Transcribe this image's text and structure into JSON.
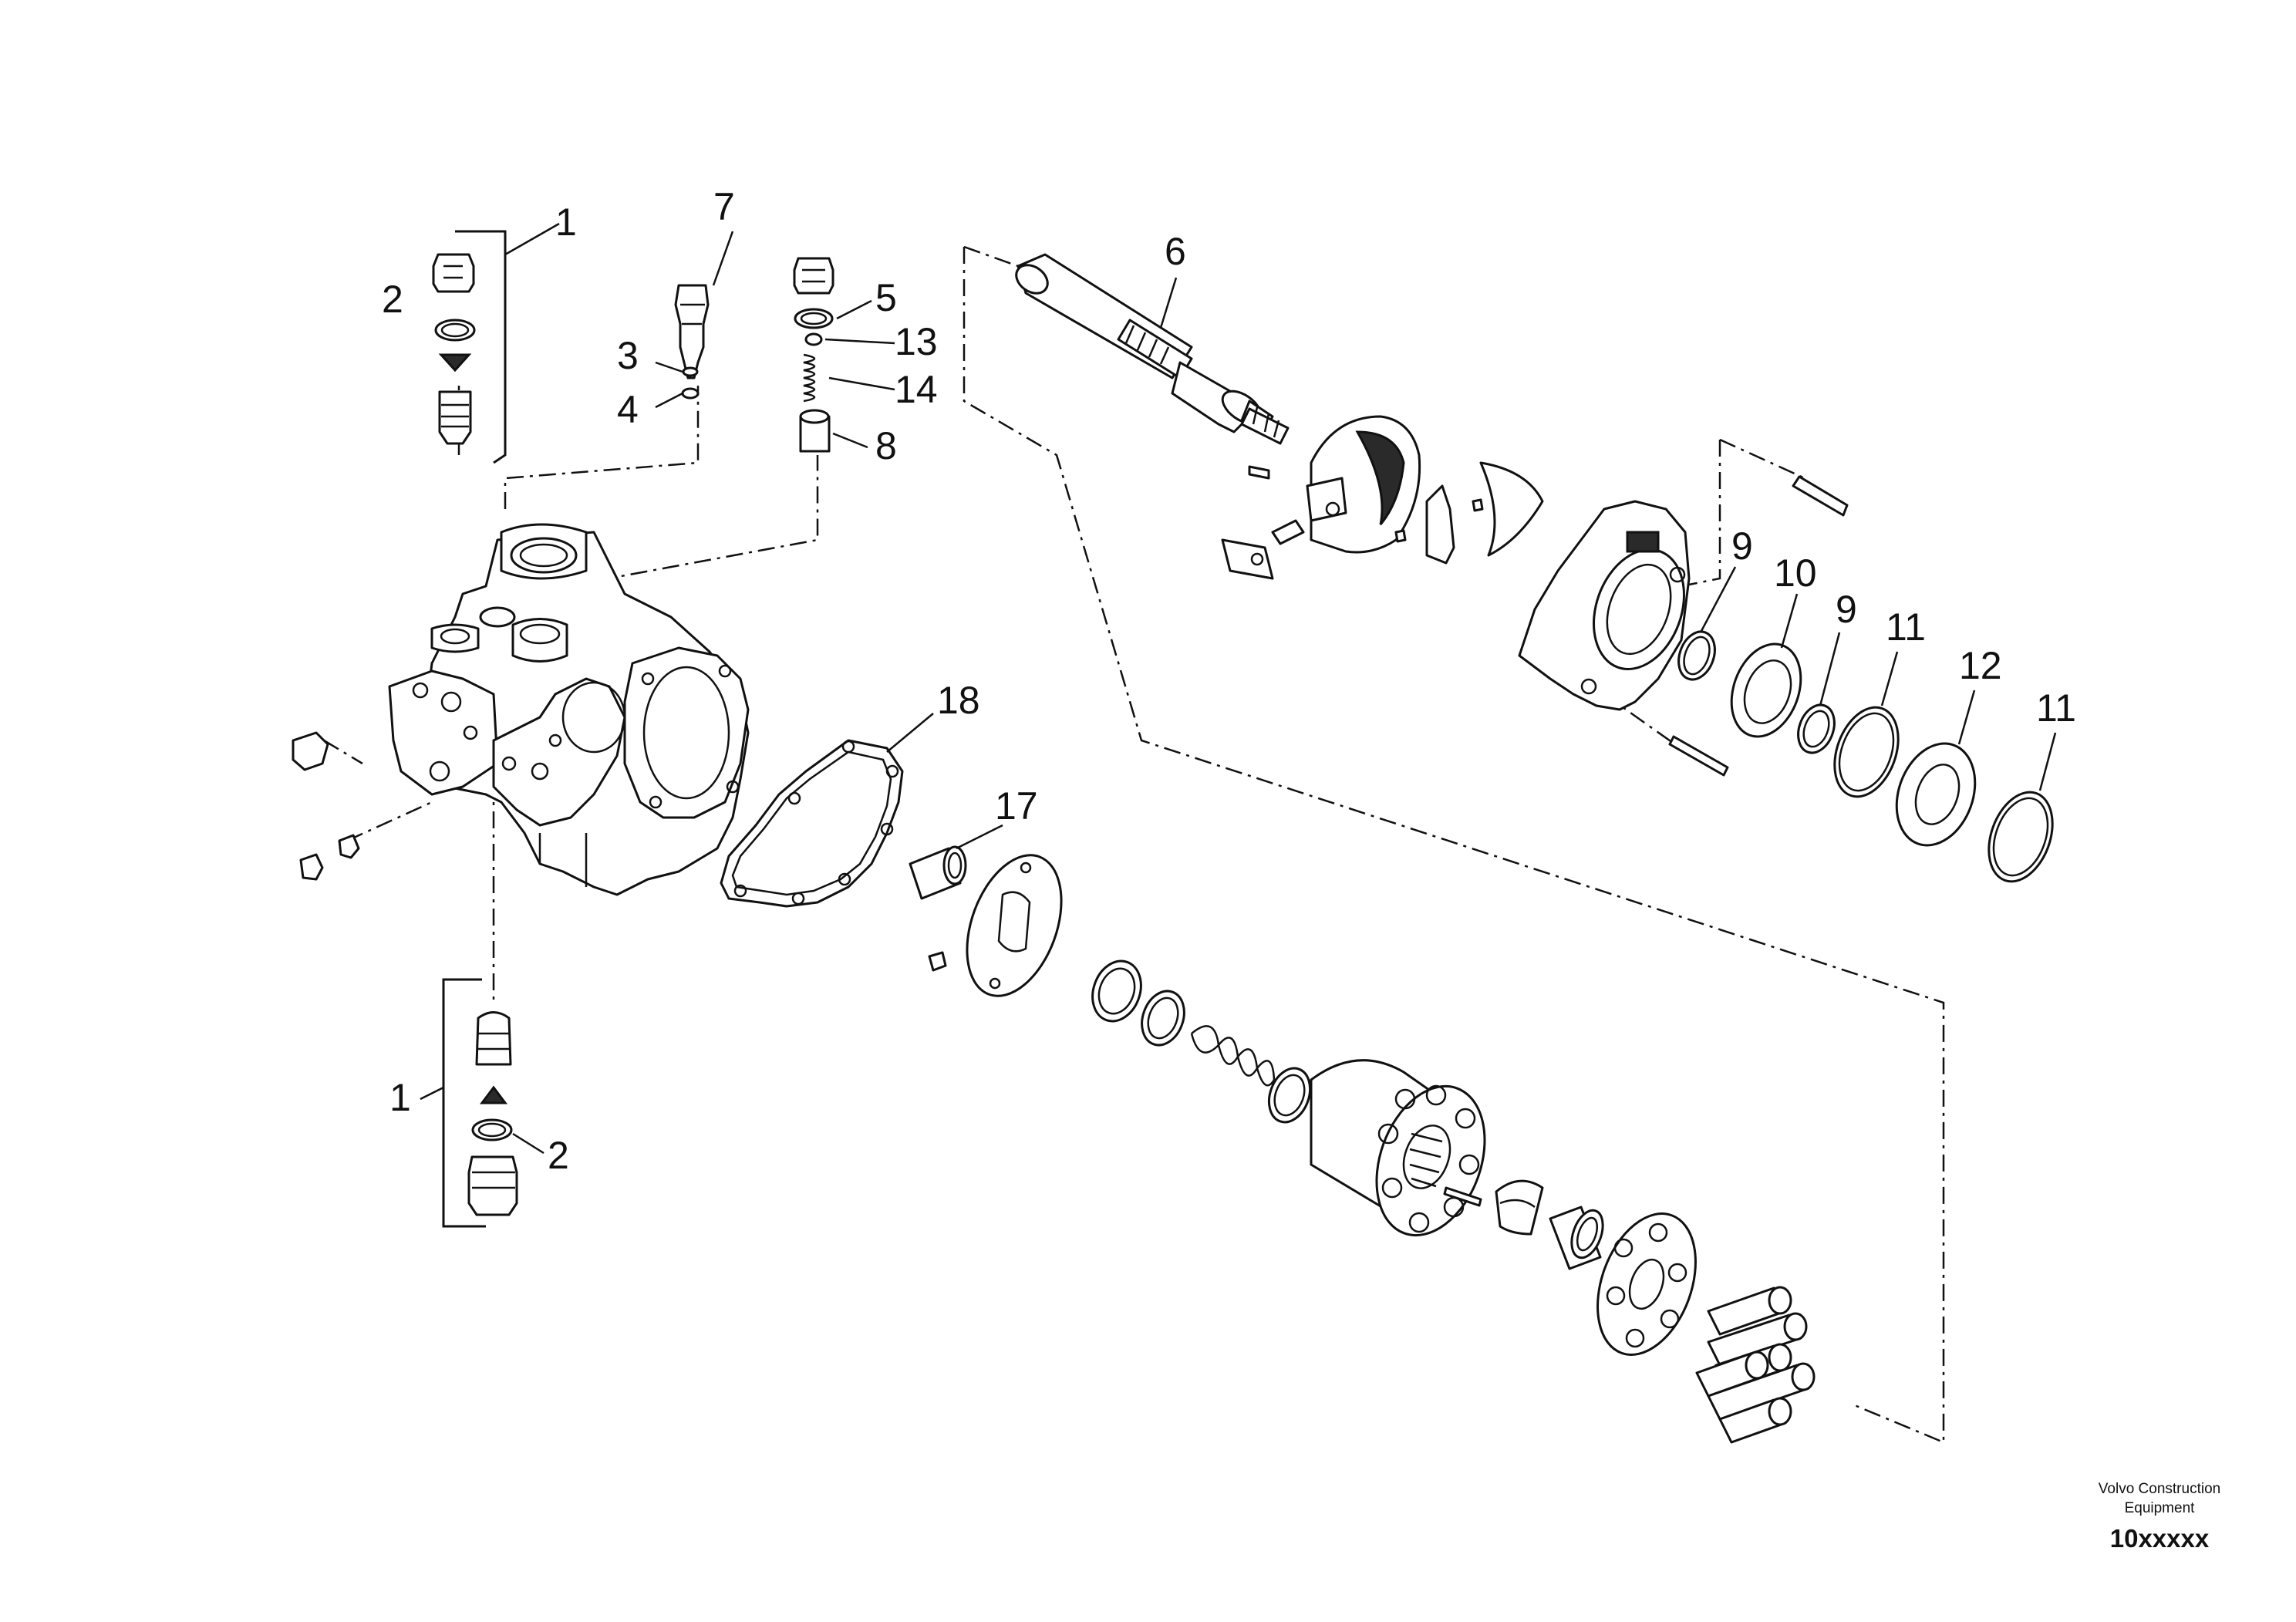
{
  "callouts": [
    {
      "id": "c1a",
      "text": "1"
    },
    {
      "id": "c2a",
      "text": "2"
    },
    {
      "id": "c7",
      "text": "7"
    },
    {
      "id": "c3",
      "text": "3"
    },
    {
      "id": "c4",
      "text": "4"
    },
    {
      "id": "c5",
      "text": "5"
    },
    {
      "id": "c13",
      "text": "13"
    },
    {
      "id": "c14",
      "text": "14"
    },
    {
      "id": "c8",
      "text": "8"
    },
    {
      "id": "c6",
      "text": "6"
    },
    {
      "id": "c9a",
      "text": "9"
    },
    {
      "id": "c10",
      "text": "10"
    },
    {
      "id": "c9b",
      "text": "9"
    },
    {
      "id": "c11a",
      "text": "11"
    },
    {
      "id": "c12",
      "text": "12"
    },
    {
      "id": "c11b",
      "text": "11"
    },
    {
      "id": "c18",
      "text": "18"
    },
    {
      "id": "c17",
      "text": "17"
    },
    {
      "id": "c1b",
      "text": "1"
    },
    {
      "id": "c2b",
      "text": "2"
    }
  ],
  "footer": {
    "company_line1": "Volvo Construction",
    "company_line2": "Equipment",
    "code": "10xxxxx"
  }
}
